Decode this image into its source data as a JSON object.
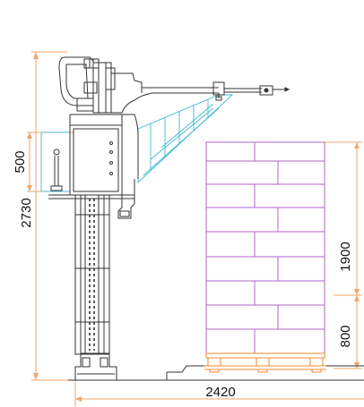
{
  "colors": {
    "dimension": "#f2a66a",
    "machine": "#333333",
    "scan": "#3db9d3",
    "pallet_load": "#b266c9",
    "pallet_base": "#f08a2b"
  },
  "dimensions": {
    "overall_height": "2730",
    "sensor_height": "500",
    "load_height": "1900",
    "pallet_height": "800",
    "overall_width": "2420"
  }
}
